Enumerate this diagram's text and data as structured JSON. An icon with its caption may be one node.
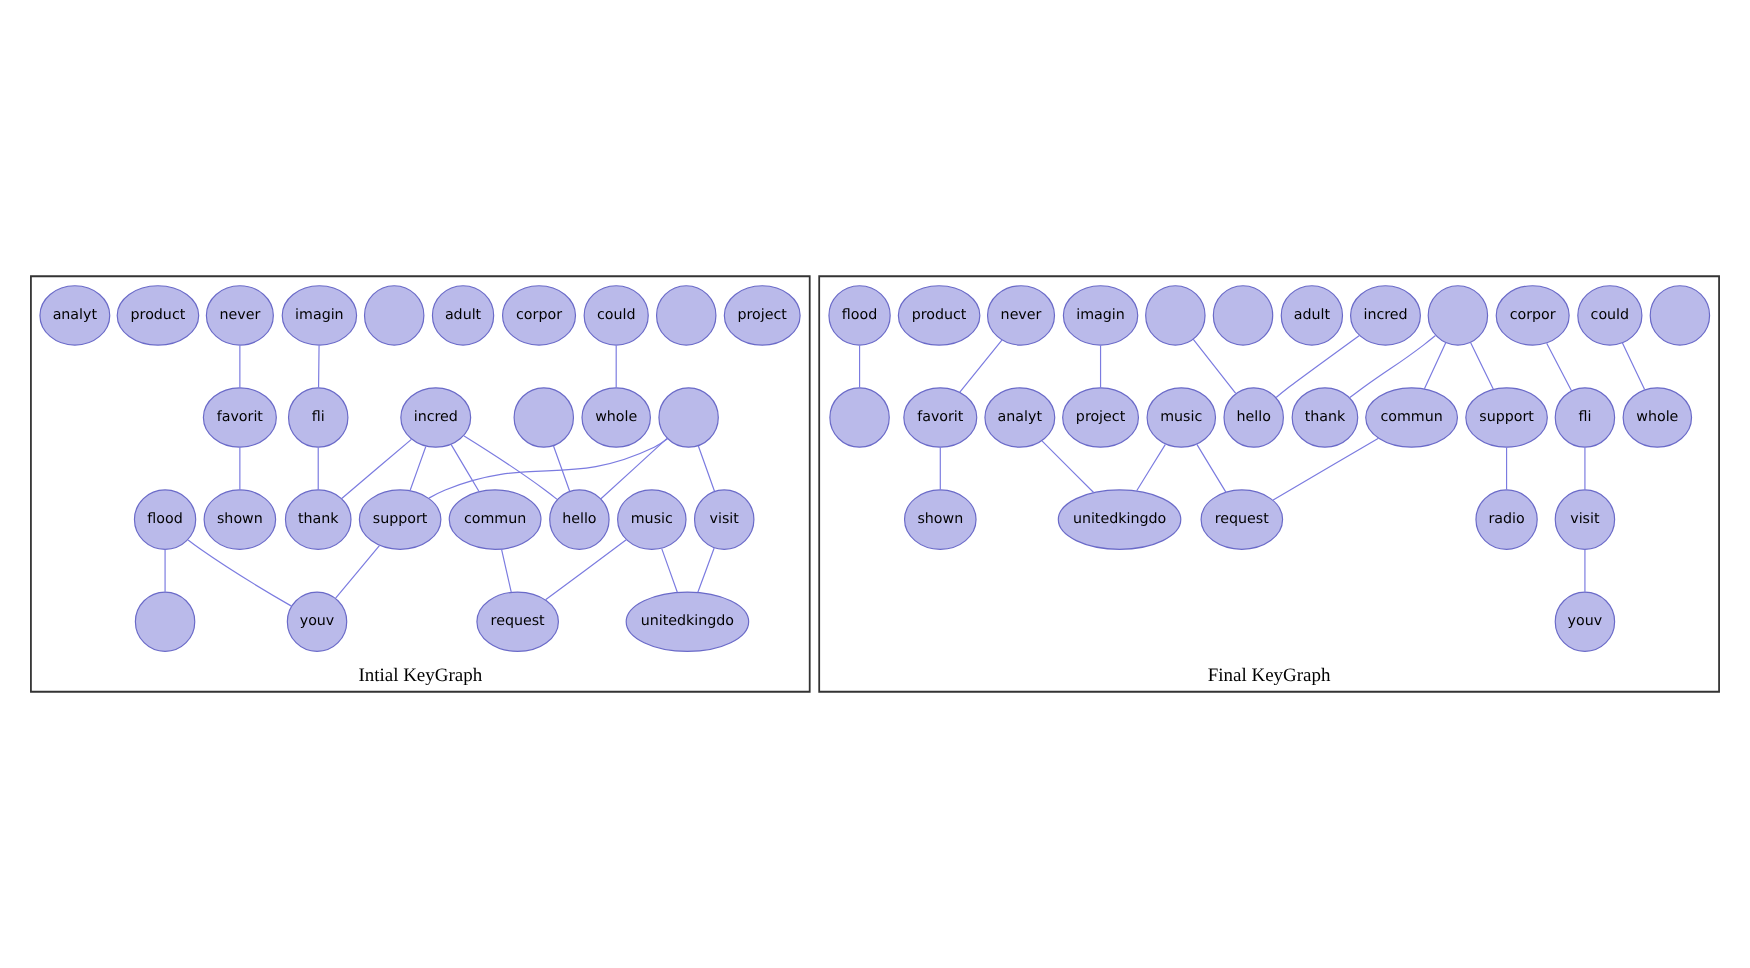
{
  "diagram": {
    "nodes": [
      {
        "text": [
          "Intial KeyGraph"
        ]
      },
      {
        "text": [
          "commun"
        ],
        "in": 0
      },
      {
        "text": [
          "thank"
        ],
        "in": 0
      },
      {
        "text": [
          "shown"
        ],
        "in": 0
      },
      {
        "text": [
          "project"
        ],
        "in": 0
      },
      {
        "text": [],
        "shape": "circle",
        "in": 0
      },
      {
        "text": [
          "youv"
        ],
        "in": 0
      },
      {
        "text": [],
        "shape": "circle",
        "in": 0
      },
      {
        "text": [
          "request"
        ],
        "in": 0
      },
      {
        "text": [
          "unitedkingdo"
        ],
        "in": 0
      },
      {
        "text": [
          "hello"
        ],
        "in": 0
      },
      {
        "text": [
          "whole"
        ],
        "in": 0
      },
      {
        "text": [
          "fli"
        ],
        "in": 0
      },
      {
        "text": [
          "favorit"
        ],
        "in": 0
      },
      {
        "text": [],
        "shape": "circle",
        "in": 0
      },
      {
        "text": [
          "could"
        ],
        "in": 0
      },
      {
        "text": [
          "corpor"
        ],
        "in": 0
      },
      {
        "text": [
          "incred"
        ],
        "in": 0
      },
      {
        "text": [
          "adult"
        ],
        "in": 0
      },
      {
        "text": [],
        "shape": "circle",
        "in": 0
      },
      {
        "text": [],
        "shape": "circle",
        "in": 0
      },
      {
        "text": [
          "never"
        ],
        "in": 0
      },
      {
        "text": [
          "imagin"
        ],
        "in": 0
      },
      {
        "text": [
          "product"
        ],
        "in": 0
      },
      {
        "text": [
          "analyt"
        ],
        "in": 0
      },
      {
        "text": [
          "music"
        ],
        "in": 0
      },
      {
        "text": [
          "flood"
        ],
        "in": 0
      },
      {
        "text": [
          "visit"
        ],
        "in": 0
      },
      {
        "text": [
          "support"
        ],
        "in": 0
      },
      {
        "text": [
          "Final KeyGraph"
        ]
      },
      {
        "text": [
          "commun"
        ],
        "in": 29
      },
      {
        "text": [
          "thank"
        ],
        "in": 29
      },
      {
        "text": [
          "shown"
        ],
        "in": 29
      },
      {
        "text": [
          "fli"
        ],
        "in": 29
      },
      {
        "text": [],
        "shape": "circle",
        "in": 29
      },
      {
        "text": [
          "youv"
        ],
        "in": 29
      },
      {
        "text": [
          "radio"
        ],
        "in": 29
      },
      {
        "text": [],
        "shape": "circle",
        "in": 29
      },
      {
        "text": [
          "request"
        ],
        "in": 29
      },
      {
        "text": [
          "unitedkingdo"
        ],
        "in": 29
      },
      {
        "text": [
          "hello"
        ],
        "in": 29
      },
      {
        "text": [
          "whole"
        ],
        "in": 29
      },
      {
        "text": [
          "project"
        ],
        "in": 29
      },
      {
        "text": [
          "favorit"
        ],
        "in": 29
      },
      {
        "text": [
          "incred"
        ],
        "in": 29
      },
      {
        "text": [
          "could"
        ],
        "in": 29
      },
      {
        "text": [
          "corpor"
        ],
        "in": 29
      },
      {
        "text": [],
        "shape": "circle",
        "in": 29
      },
      {
        "text": [
          "adult"
        ],
        "in": 29
      },
      {
        "text": [],
        "shape": "circle",
        "in": 29
      },
      {
        "text": [],
        "shape": "circle",
        "in": 29
      },
      {
        "text": [
          "never"
        ],
        "in": 29
      },
      {
        "text": [
          "imagin"
        ],
        "in": 29
      },
      {
        "text": [
          "product"
        ],
        "in": 29
      },
      {
        "text": [
          "analyt"
        ],
        "in": 29
      },
      {
        "text": [
          "music"
        ],
        "in": 29
      },
      {
        "text": [
          "flood"
        ],
        "in": 29
      },
      {
        "text": [
          "visit"
        ],
        "in": 29
      },
      {
        "text": [
          "support"
        ],
        "in": 29
      }
    ],
    "edges": [
      {
        "from": 25,
        "to": 8,
        "arrow": "none"
      },
      {
        "from": 25,
        "to": 9,
        "arrow": "none"
      },
      {
        "from": 26,
        "to": 5,
        "arrow": "none"
      },
      {
        "from": 26,
        "to": 6,
        "arrow": "none"
      },
      {
        "from": 22,
        "to": 12,
        "arrow": "none"
      },
      {
        "from": 21,
        "to": 13,
        "arrow": "none"
      },
      {
        "from": 20,
        "to": 10,
        "arrow": "none"
      },
      {
        "from": 17,
        "to": 28,
        "arrow": "none"
      },
      {
        "from": 17,
        "to": 1,
        "arrow": "none"
      },
      {
        "from": 17,
        "to": 2,
        "arrow": "none"
      },
      {
        "from": 17,
        "to": 10,
        "arrow": "none"
      },
      {
        "from": 14,
        "to": 28,
        "arrow": "none"
      },
      {
        "from": 14,
        "to": 27,
        "arrow": "none"
      },
      {
        "from": 14,
        "to": 10,
        "arrow": "none"
      },
      {
        "from": 15,
        "to": 11,
        "arrow": "none"
      },
      {
        "from": 12,
        "to": 2,
        "arrow": "none"
      },
      {
        "from": 28,
        "to": 6,
        "arrow": "none"
      },
      {
        "from": 1,
        "to": 8,
        "arrow": "none"
      },
      {
        "from": 27,
        "to": 9,
        "arrow": "none"
      },
      {
        "from": 13,
        "to": 3,
        "arrow": "none"
      },
      {
        "from": 55,
        "to": 38,
        "arrow": "none"
      },
      {
        "from": 55,
        "to": 39,
        "arrow": "none"
      },
      {
        "from": 56,
        "to": 34,
        "arrow": "none"
      },
      {
        "from": 57,
        "to": 35,
        "arrow": "none"
      },
      {
        "from": 52,
        "to": 42,
        "arrow": "none"
      },
      {
        "from": 51,
        "to": 43,
        "arrow": "none"
      },
      {
        "from": 50,
        "to": 40,
        "arrow": "none"
      },
      {
        "from": 47,
        "to": 58,
        "arrow": "none"
      },
      {
        "from": 47,
        "to": 30,
        "arrow": "none"
      },
      {
        "from": 47,
        "to": 31,
        "arrow": "none"
      },
      {
        "from": 44,
        "to": 40,
        "arrow": "none"
      },
      {
        "from": 46,
        "to": 33,
        "arrow": "none"
      },
      {
        "from": 45,
        "to": 41,
        "arrow": "none"
      },
      {
        "from": 33,
        "to": 57,
        "arrow": "none"
      },
      {
        "from": 58,
        "to": 36,
        "arrow": "none"
      },
      {
        "from": 30,
        "to": 38,
        "arrow": "none"
      },
      {
        "from": 54,
        "to": 39,
        "arrow": "none"
      },
      {
        "from": 43,
        "to": 32,
        "arrow": "none"
      }
    ]
  }
}
